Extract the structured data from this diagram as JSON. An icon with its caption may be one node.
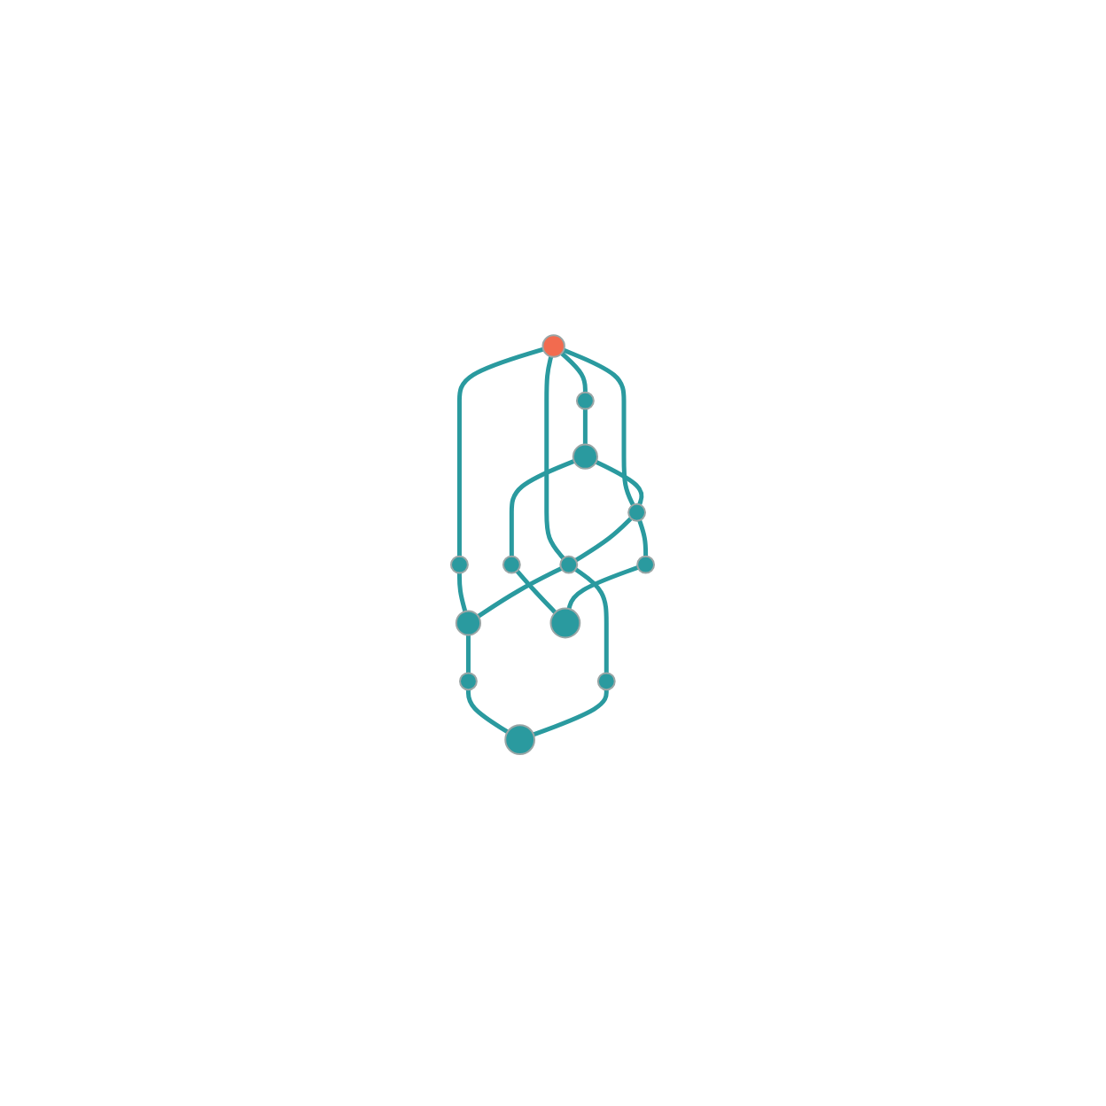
{
  "diagram": {
    "nodes": [
      {
        "text": [],
        "shape": "circle"
      },
      {
        "text": [],
        "shape": "circle"
      },
      {
        "text": [],
        "shape": "circle"
      },
      {
        "text": [],
        "shape": "circle"
      },
      {
        "text": [],
        "shape": "circle"
      },
      {
        "text": [],
        "shape": "circle"
      },
      {
        "text": [],
        "shape": "circle"
      },
      {
        "text": [],
        "shape": "circle"
      },
      {
        "text": [],
        "shape": "circle"
      },
      {
        "text": [],
        "shape": "circle"
      },
      {
        "text": [],
        "shape": "circle"
      },
      {
        "text": [],
        "shape": "circle"
      },
      {
        "text": [],
        "shape": "circle"
      }
    ],
    "edges": [
      {
        "from": 0,
        "to": 1,
        "arrow": "none"
      },
      {
        "from": 1,
        "to": 3,
        "arrow": "none"
      },
      {
        "from": 3,
        "to": 7,
        "arrow": "none"
      },
      {
        "from": 7,
        "to": 11,
        "arrow": "none"
      },
      {
        "from": 0,
        "to": 2,
        "arrow": "none"
      },
      {
        "from": 2,
        "to": 6,
        "arrow": "none"
      },
      {
        "from": 6,
        "to": 10,
        "arrow": "none"
      },
      {
        "from": 10,
        "to": 12,
        "arrow": "none"
      },
      {
        "from": 0,
        "to": 4,
        "arrow": "none"
      },
      {
        "from": 0,
        "to": 5,
        "arrow": "none"
      },
      {
        "from": 3,
        "to": 4,
        "arrow": "none"
      },
      {
        "from": 4,
        "to": 5,
        "arrow": "none"
      },
      {
        "from": 5,
        "to": 6,
        "arrow": "none"
      },
      {
        "from": 4,
        "to": 8,
        "arrow": "none"
      },
      {
        "from": 8,
        "to": 11,
        "arrow": "none"
      },
      {
        "from": 5,
        "to": 9,
        "arrow": "none"
      },
      {
        "from": 9,
        "to": 12,
        "arrow": "none"
      }
    ]
  }
}
